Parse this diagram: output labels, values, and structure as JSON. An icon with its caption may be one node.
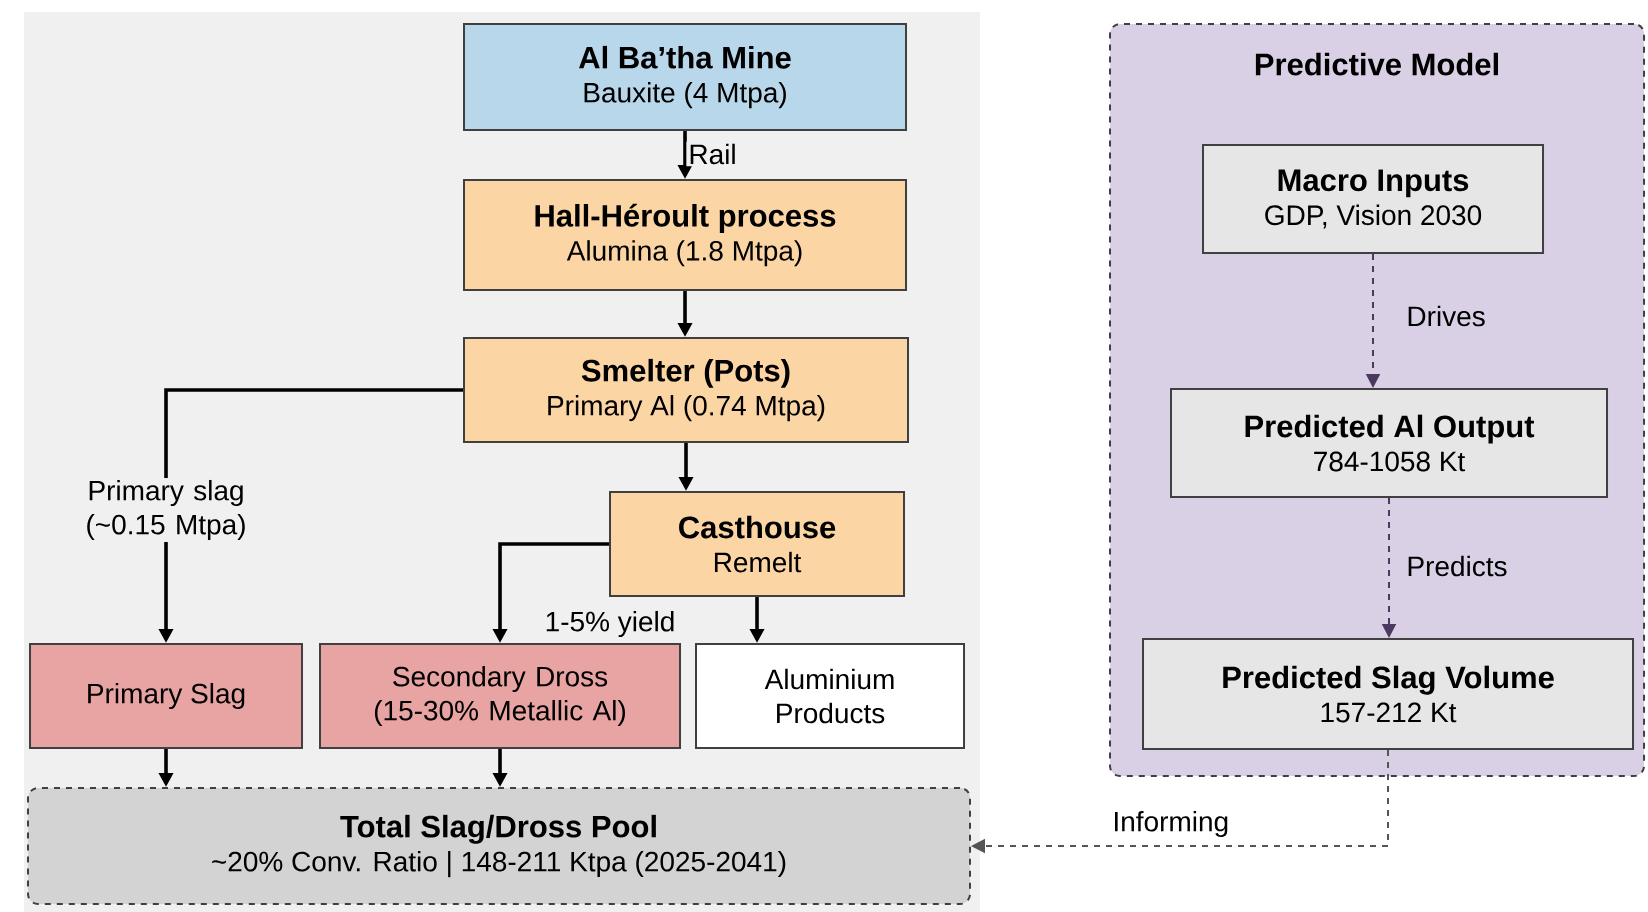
{
  "diagram": {
    "nodes": [
      {
        "text": [
          "Al Ba’tha Mine",
          "Bauxite (4 Mtpa)"
        ]
      },
      {
        "text": [
          "Hall-Héroult process",
          "Alumina (1.8 Mtpa)"
        ]
      },
      {
        "text": [
          "Smelter (Pots)",
          "Primary Al (0.74 Mtpa)"
        ]
      },
      {
        "text": [
          "Casthouse",
          "Remelt"
        ]
      },
      {
        "text": [
          "Primary Slag"
        ]
      },
      {
        "text": [
          "Secondary Dross (15-30% Metallic Al)"
        ]
      },
      {
        "text": [
          "Aluminium Products"
        ]
      },
      {
        "text": [
          "Total Slag/Dross Pool",
          "~20% Conv. Ratio | 148-211 Ktpa (2025-2041)"
        ]
      },
      {
        "text": [
          "Predictive Model"
        ]
      },
      {
        "text": [
          "Macro Inputs",
          "GDP, Vision 2030"
        ],
        "in": 8
      },
      {
        "text": [
          "Predicted Al Output",
          "784-1058 Kt"
        ],
        "in": 8
      },
      {
        "text": [
          "Predicted Slag Volume",
          "157-212 Kt"
        ],
        "in": 8
      }
    ],
    "edges": [
      {
        "from": 0,
        "to": 1,
        "arrow": "to",
        "label": "Rail"
      },
      {
        "from": 1,
        "to": 2,
        "arrow": "to"
      },
      {
        "from": 2,
        "to": 4,
        "arrow": "to",
        "label": "Primary slag (~0.15 Mtpa)"
      },
      {
        "from": 2,
        "to": 3,
        "arrow": "to"
      },
      {
        "from": 3,
        "to": 5,
        "arrow": "to",
        "label": "1-5% yield"
      },
      {
        "from": 3,
        "to": 6,
        "arrow": "to"
      },
      {
        "from": 4,
        "to": 7,
        "arrow": "to"
      },
      {
        "from": 5,
        "to": 7,
        "arrow": "to"
      },
      {
        "from": 9,
        "to": 10,
        "arrow": "to",
        "label": "Drives",
        "style": "dashed",
        "color": "#4b3a5e"
      },
      {
        "from": 10,
        "to": 11,
        "arrow": "to",
        "label": "Predicts",
        "style": "dashed",
        "color": "#4b3a5e"
      },
      {
        "from": 11,
        "to": 7,
        "arrow": "to",
        "label": "Informing",
        "style": "dashed",
        "color": "#555555"
      }
    ]
  }
}
